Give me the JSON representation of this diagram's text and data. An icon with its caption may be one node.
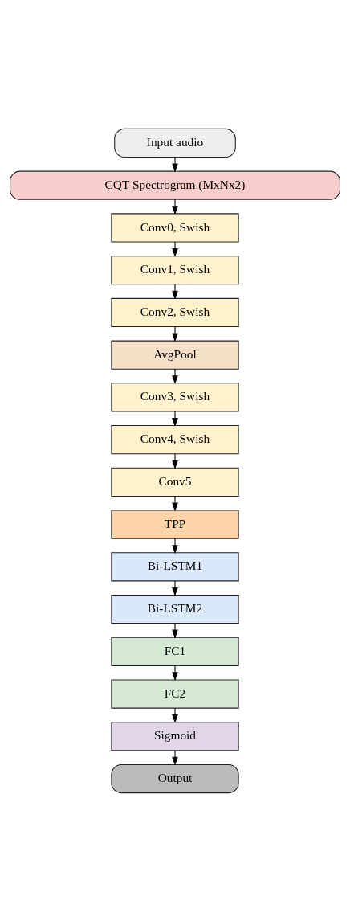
{
  "diagram": {
    "nodes": [
      {
        "text": [
          "Input audio"
        ]
      },
      {
        "text": [
          "CQT Spectrogram (MxNx2)"
        ]
      },
      {
        "text": [
          "Conv0, Swish"
        ]
      },
      {
        "text": [
          "Conv1, Swish"
        ]
      },
      {
        "text": [
          "Conv2, Swish"
        ]
      },
      {
        "text": [
          "AvgPool"
        ]
      },
      {
        "text": [
          "Conv3, Swish"
        ]
      },
      {
        "text": [
          "Conv4, Swish"
        ]
      },
      {
        "text": [
          "Conv5"
        ]
      },
      {
        "text": [
          "TPP"
        ]
      },
      {
        "text": [
          "Bi-LSTM1"
        ]
      },
      {
        "text": [
          "Bi-LSTM2"
        ]
      },
      {
        "text": [
          "FC1"
        ]
      },
      {
        "text": [
          "FC2"
        ]
      },
      {
        "text": [
          "Sigmoid"
        ]
      },
      {
        "text": [
          "Output"
        ]
      }
    ],
    "edges": [
      {
        "from": 0,
        "to": 1,
        "arrow": "to"
      },
      {
        "from": 1,
        "to": 2,
        "arrow": "to"
      },
      {
        "from": 2,
        "to": 3,
        "arrow": "to"
      },
      {
        "from": 3,
        "to": 4,
        "arrow": "to"
      },
      {
        "from": 4,
        "to": 5,
        "arrow": "to"
      },
      {
        "from": 5,
        "to": 6,
        "arrow": "to"
      },
      {
        "from": 6,
        "to": 7,
        "arrow": "to"
      },
      {
        "from": 7,
        "to": 8,
        "arrow": "to"
      },
      {
        "from": 8,
        "to": 9,
        "arrow": "to"
      },
      {
        "from": 9,
        "to": 10,
        "arrow": "to"
      },
      {
        "from": 10,
        "to": 11,
        "arrow": "to"
      },
      {
        "from": 11,
        "to": 12,
        "arrow": "to"
      },
      {
        "from": 12,
        "to": 13,
        "arrow": "to"
      },
      {
        "from": 13,
        "to": 14,
        "arrow": "to"
      },
      {
        "from": 14,
        "to": 15,
        "arrow": "to"
      }
    ]
  }
}
